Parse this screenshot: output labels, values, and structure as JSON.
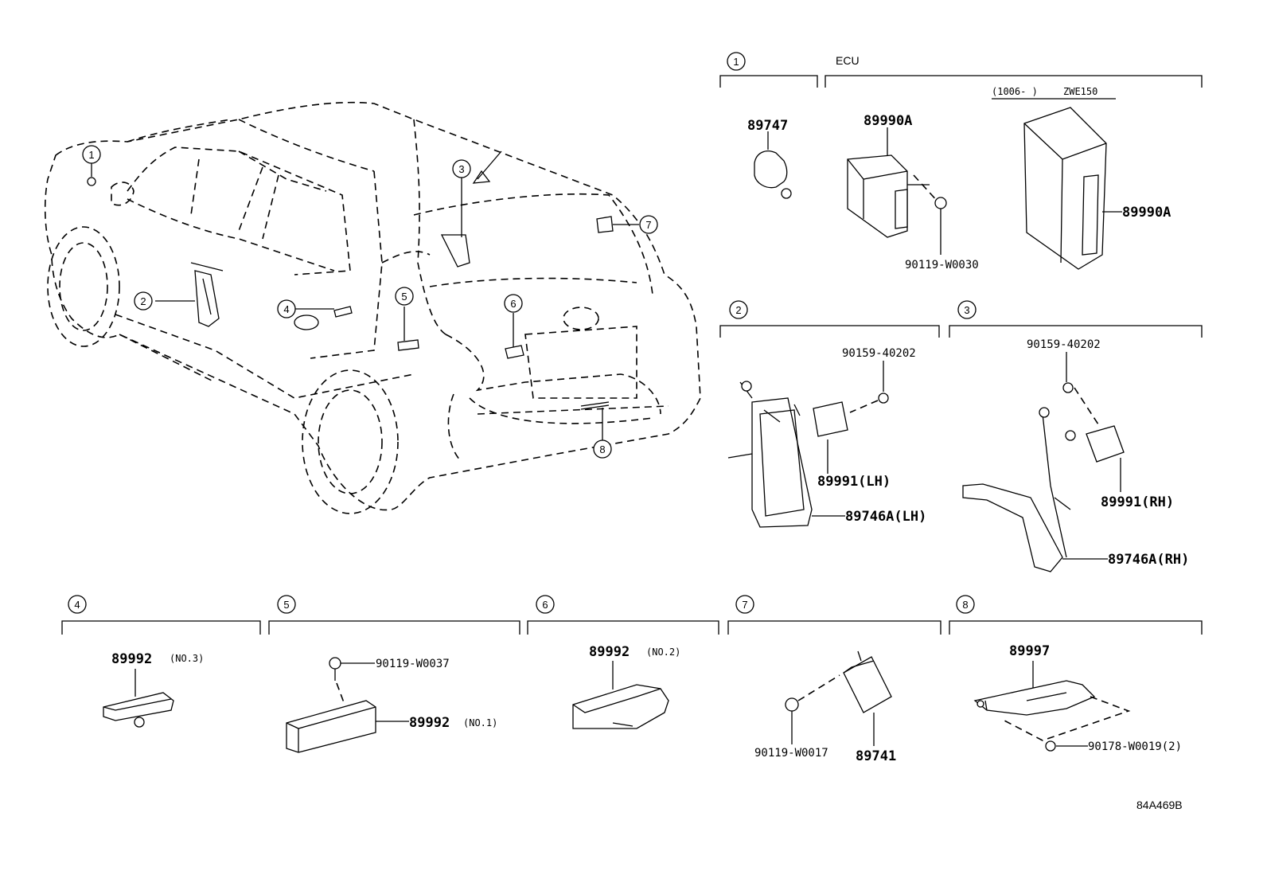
{
  "sections": {
    "s1": {
      "callout": "1",
      "title": "ECU",
      "date_range": "(1006-      )",
      "model": "ZWE150",
      "parts": {
        "sensor": "89747",
        "ecu_a": "89990A",
        "bolt": "90119-W0030",
        "ecu_b": "89990A"
      }
    },
    "s2": {
      "callout": "2",
      "parts": {
        "bolt": "90159-40202",
        "antenna": "89991(LH)",
        "harness": "89746A(LH)"
      }
    },
    "s3": {
      "callout": "3",
      "parts": {
        "bolt": "90159-40202",
        "antenna": "89991(RH)",
        "harness": "89746A(RH)"
      }
    },
    "s4": {
      "callout": "4",
      "parts": {
        "antenna": "89992",
        "note": "(NO.3)"
      }
    },
    "s5": {
      "callout": "5",
      "parts": {
        "bolt": "90119-W0037",
        "antenna": "89992",
        "note": "(NO.1)"
      }
    },
    "s6": {
      "callout": "6",
      "parts": {
        "antenna": "89992",
        "note": "(NO.2)"
      }
    },
    "s7": {
      "callout": "7",
      "parts": {
        "bolt": "90119-W0017",
        "receiver": "89741"
      }
    },
    "s8": {
      "callout": "8",
      "parts": {
        "antenna": "89997",
        "nut": "90178-W0019(2)"
      }
    }
  },
  "car_callouts": [
    "1",
    "2",
    "3",
    "4",
    "5",
    "6",
    "7",
    "8"
  ],
  "diagram_code": "84A469B"
}
